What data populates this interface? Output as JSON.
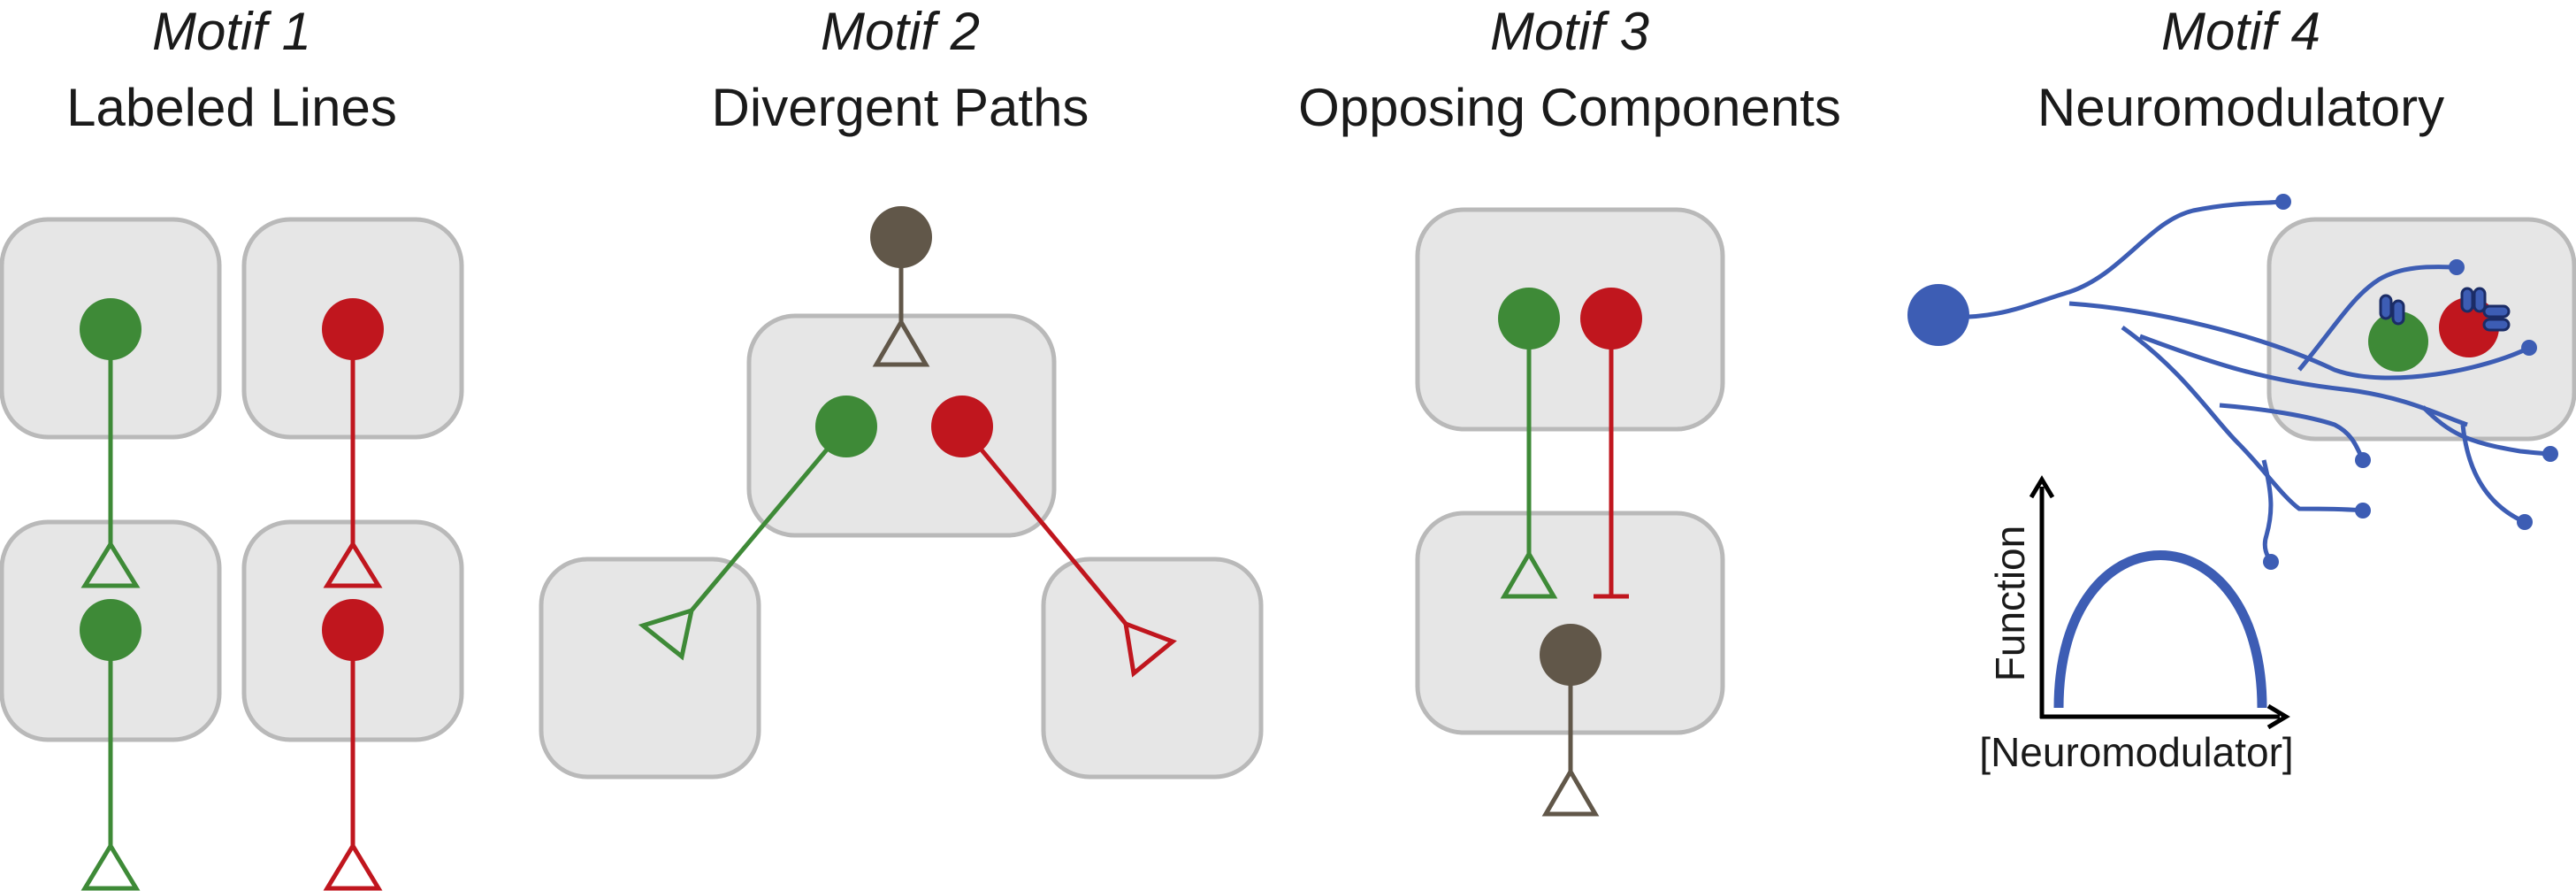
{
  "colors": {
    "green": "#3e8a37",
    "red": "#c0161e",
    "brown": "#615749",
    "blue": "#3d5db4",
    "box_fill": "#e6e6e6",
    "box_stroke": "#b9b9b9"
  },
  "motifs": [
    {
      "number_label": "Motif 1",
      "name": "Labeled Lines"
    },
    {
      "number_label": "Motif 2",
      "name": "Divergent Paths"
    },
    {
      "number_label": "Motif 3",
      "name": "Opposing Components"
    },
    {
      "number_label": "Motif 4",
      "name": "Neuromodulatory"
    }
  ],
  "inset_plot": {
    "ylabel": "Function",
    "xlabel": "[Neuromodulator]",
    "curve_shape": "inverted-U"
  }
}
